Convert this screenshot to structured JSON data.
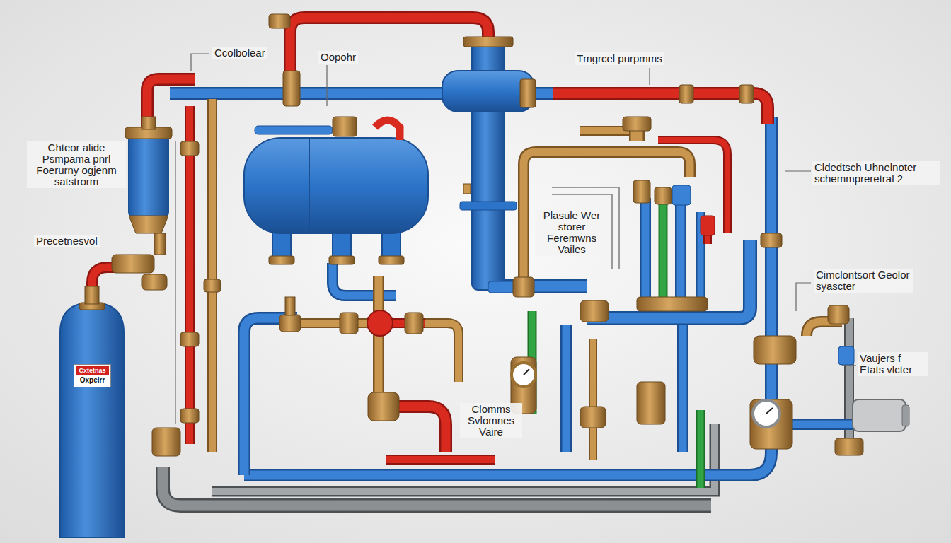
{
  "diagram": {
    "nodes": [
      {
        "text": [
          "Cxtetnas",
          "Oxpeirr"
        ]
      }
    ],
    "labels": [
      "Ccolbolear",
      "Oopohr",
      "Tmgrcel purpmms",
      "Chteor alide Psmpama pnrl Foerurny ogjenm satstrorm",
      "Precetnesvol",
      "Plasule Wer storer Feremwns Vailes",
      "Cldedtsch Uhnelnoter schemmpreretral 2",
      "Cimclontsort Geolor syascter",
      "Vaujers f Etats vlcter",
      "Clomms Svlomnes Vaire"
    ]
  }
}
